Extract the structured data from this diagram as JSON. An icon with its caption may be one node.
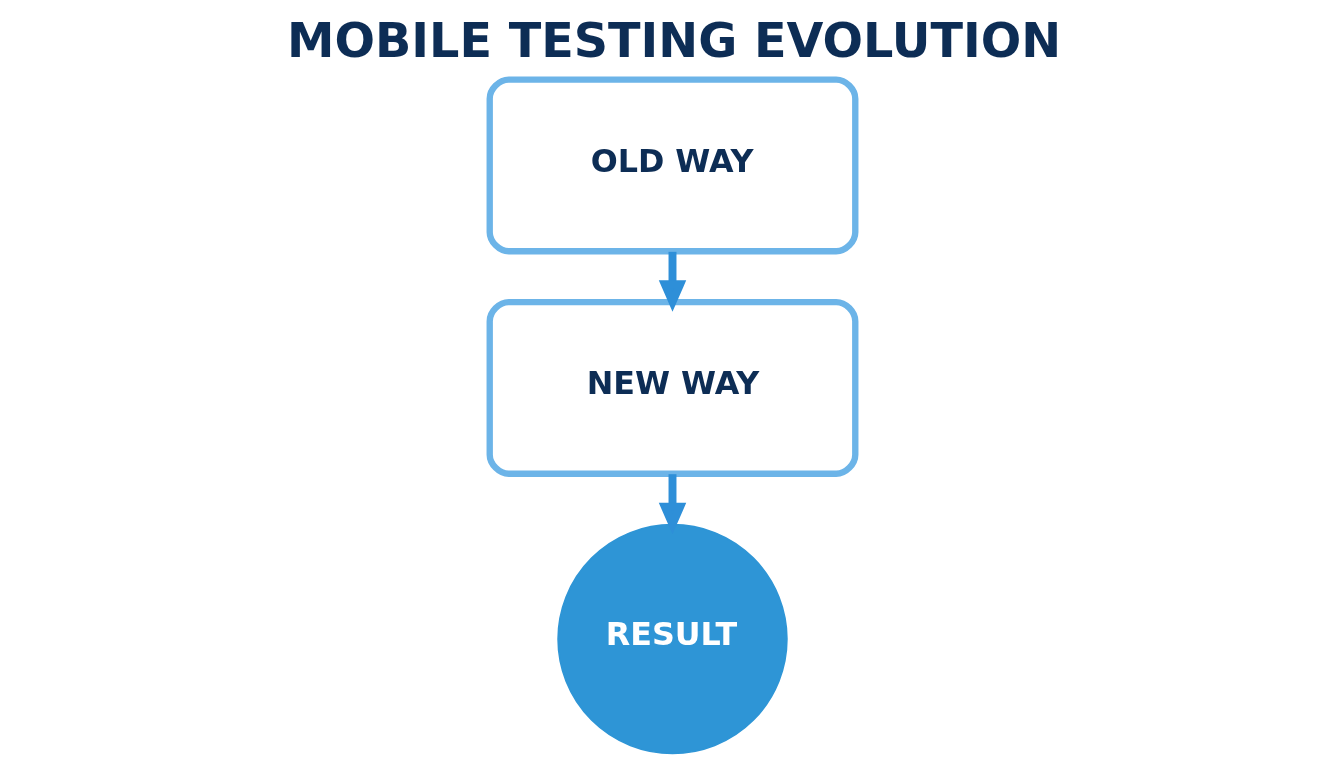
{
  "diagram": {
    "title": "MOBILE TESTING EVOLUTION",
    "nodes": [
      {
        "text": [
          "OLD WAY"
        ]
      },
      {
        "text": [
          "NEW WAY"
        ]
      },
      {
        "text": [
          "RESULT"
        ]
      }
    ],
    "edges": [
      {
        "from": 0,
        "to": 1,
        "arrow": "to"
      },
      {
        "from": 1,
        "to": 2,
        "arrow": "to"
      }
    ]
  }
}
